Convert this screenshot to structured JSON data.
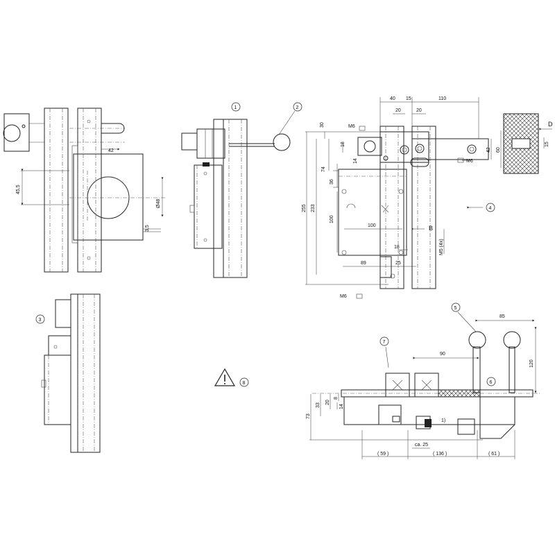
{
  "colors": {
    "line": "#222222",
    "background": "#ffffff"
  },
  "icons": {
    "warning": "warning-triangle-icon"
  },
  "callouts": [
    "1",
    "2",
    "3",
    "4",
    "5",
    "6",
    "7",
    "8"
  ],
  "view_left": {
    "d42": "42",
    "d45_5": "45,5",
    "d48": "Ø48",
    "d3_5": "3,5"
  },
  "view_top_right": {
    "d40": "40",
    "d15": "15",
    "d20a": "20",
    "d20b": "20",
    "d110": "110",
    "d30": "30",
    "d18a": "18",
    "d14": "14",
    "d74": "74",
    "d36": "36",
    "d255": "255",
    "d233": "233",
    "d100v": "100",
    "d100h": "100",
    "d18b": "18",
    "d89": "89",
    "d25": "25",
    "d42": "42",
    "d60": "60",
    "d15r": "15",
    "m6a": "M6",
    "m6b": "M6",
    "m6c": "M6",
    "m5": "M5 (4x)",
    "letter_b": "B",
    "letter_d": "D"
  },
  "view_bottom_right": {
    "d85": "85",
    "d90": "90",
    "d120": "120",
    "d73": "73",
    "d33": "33",
    "d20": "20",
    "d8": "8",
    "d14": "14",
    "ca25": "ca. 25",
    "d59": "( 59 )",
    "d136": "( 136 )",
    "d61": "( 61 )",
    "note1": "1)"
  }
}
